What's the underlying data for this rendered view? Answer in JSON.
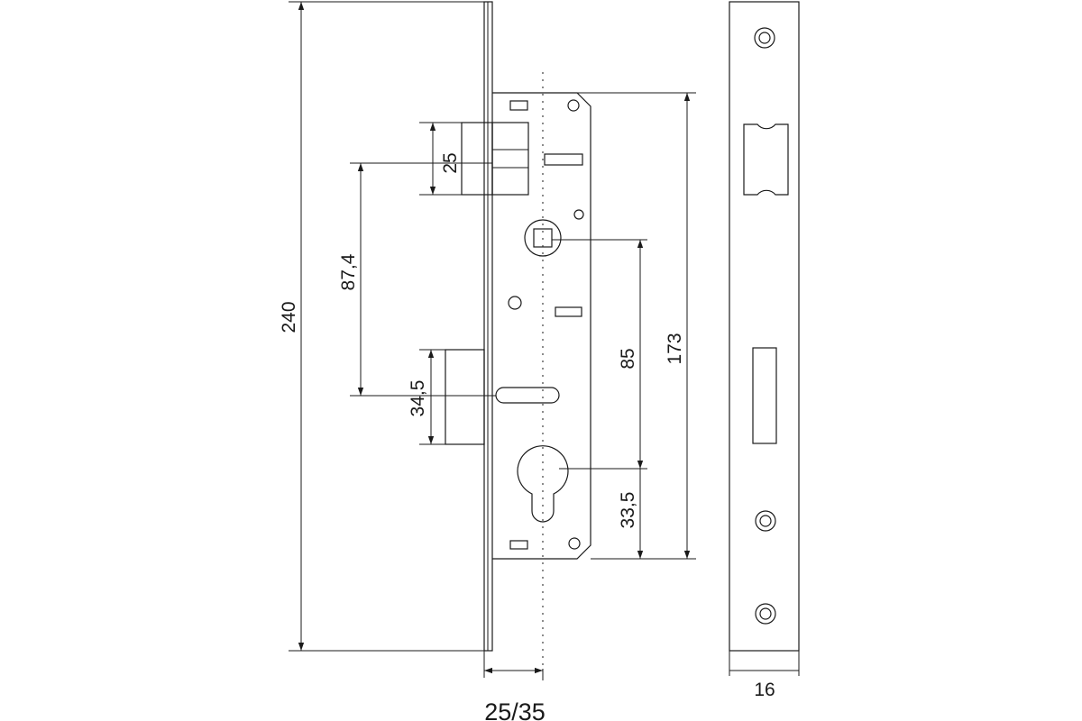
{
  "dimensions": {
    "total_height": "240",
    "latch_to_bolt": "87,4",
    "latch_height": "25",
    "bolt_height": "34,5",
    "handle_to_cylinder": "85",
    "cylinder_to_bottom": "33,5",
    "body_height": "173",
    "backset": "25/35",
    "faceplate_width": "16"
  }
}
